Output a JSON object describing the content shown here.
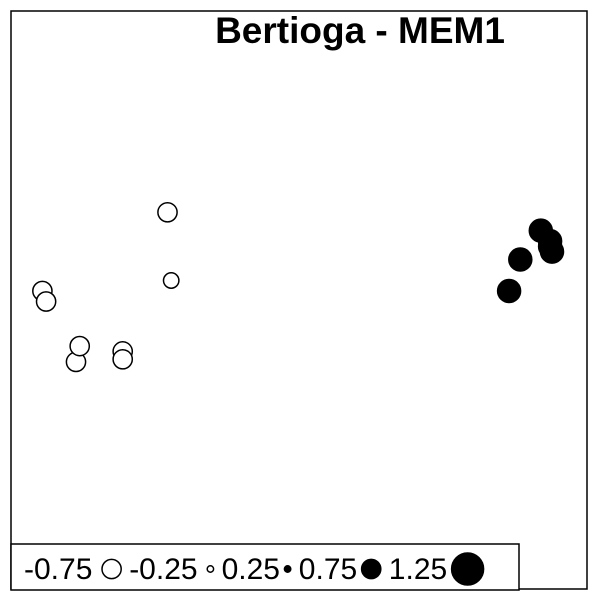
{
  "chart_data": {
    "type": "scatter",
    "title": "Bertioga - MEM1",
    "xlabel": "",
    "ylabel": "",
    "grid": false,
    "legend_position": "bottom",
    "colors": {
      "negative": "#ffffff",
      "positive": "#000000",
      "stroke": "#000000"
    },
    "series": [
      {
        "points": [
          {
            "x": 0.12,
            "y": 0.62,
            "value": -0.75
          },
          {
            "x": 0.14,
            "y": 0.58,
            "value": -0.75
          },
          {
            "x": 0.3,
            "y": 0.35,
            "value": -0.75
          },
          {
            "x": 0.32,
            "y": 0.41,
            "value": -0.75
          },
          {
            "x": 0.55,
            "y": 0.39,
            "value": -0.75
          },
          {
            "x": 0.55,
            "y": 0.36,
            "value": -0.75
          },
          {
            "x": 0.79,
            "y": 0.92,
            "value": -0.75
          },
          {
            "x": 0.81,
            "y": 0.66,
            "value": -0.6
          },
          {
            "x": 2.62,
            "y": 0.62,
            "value": 1.0
          },
          {
            "x": 2.68,
            "y": 0.74,
            "value": 1.0
          },
          {
            "x": 2.79,
            "y": 0.85,
            "value": 1.0
          },
          {
            "x": 2.84,
            "y": 0.81,
            "value": 1.0
          },
          {
            "x": 2.84,
            "y": 0.79,
            "value": 1.0
          },
          {
            "x": 2.85,
            "y": 0.77,
            "value": 1.0
          }
        ]
      }
    ],
    "xlim": [
      0,
      3
    ],
    "ylim": [
      -0.5,
      1.5
    ],
    "legend": {
      "entries": [
        {
          "label": "-0.75",
          "value": -0.75
        },
        {
          "label": "-0.25",
          "value": -0.25
        },
        {
          "label": "0.25",
          "value": 0.25
        },
        {
          "label": "0.75",
          "value": 0.75
        },
        {
          "label": "1.25",
          "value": 1.25
        }
      ]
    }
  }
}
